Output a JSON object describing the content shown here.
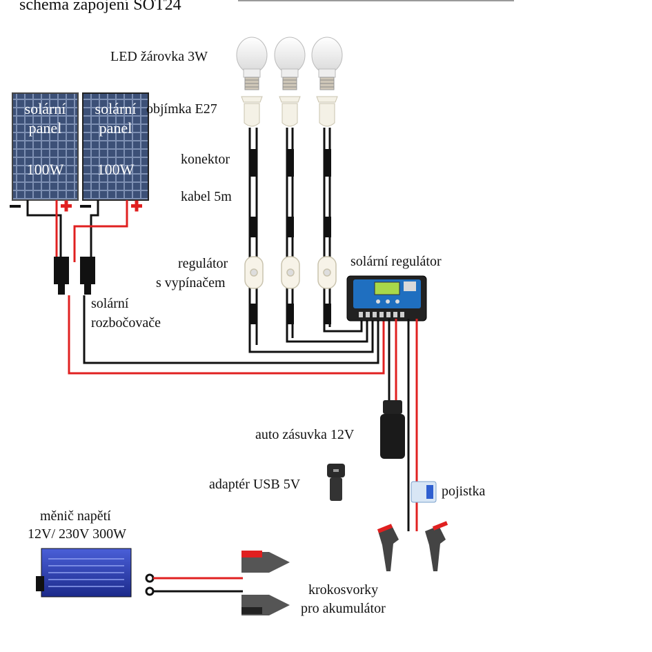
{
  "title": "schema zapojení SOT24",
  "labels": {
    "led_bulb": "LED žárovka 3W",
    "socket": "objímka E27",
    "connector": "konektor",
    "cable": "kabel 5m",
    "dimmer_line1": "regulátor",
    "dimmer_line2": "s vypínačem",
    "solar_regulator": "solární regulátor",
    "splitter_line1": "solární",
    "splitter_line2": "rozbočovače",
    "car_socket": "auto zásuvka 12V",
    "usb_adapter": "adaptér USB 5V",
    "fuse": "pojistka",
    "inverter_line1": "měnič napětí",
    "inverter_line2": "12V/ 230V 300W",
    "clips_line1": "krokosvorky",
    "clips_line2": "pro akumulátor"
  },
  "panels": [
    {
      "line1": "solární",
      "line2": "panel",
      "power": "100W"
    },
    {
      "line1": "solární",
      "line2": "panel",
      "power": "100W"
    }
  ],
  "colors": {
    "positive_wire": "#e02020",
    "negative_wire": "#111111",
    "panel": "#3a4f7a",
    "regulator": "#1f6fc0",
    "inverter": "#2b3fb5"
  }
}
